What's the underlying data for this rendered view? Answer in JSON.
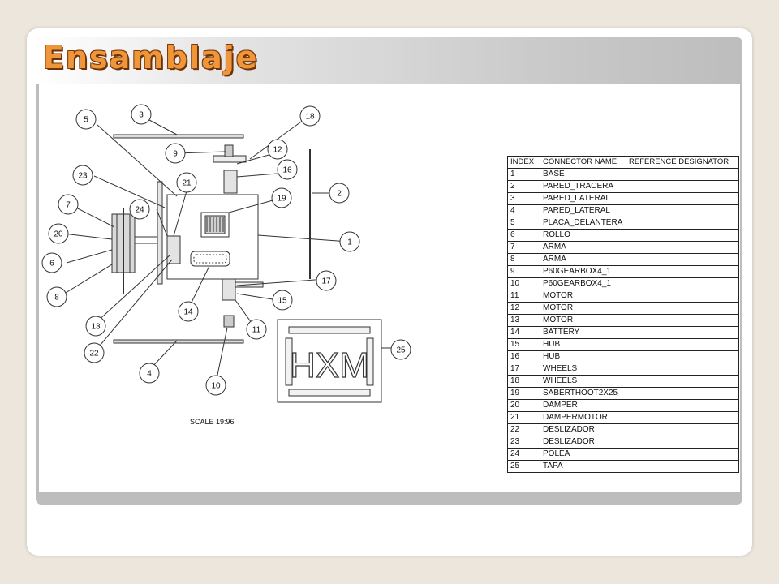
{
  "slide": {
    "title": "Ensamblaje"
  },
  "drawing": {
    "scale_label": "SCALE 19:96",
    "logo_text": "HXM",
    "callouts": [
      "1",
      "2",
      "3",
      "4",
      "5",
      "6",
      "7",
      "8",
      "9",
      "10",
      "11",
      "12",
      "13",
      "14",
      "15",
      "16",
      "17",
      "18",
      "19",
      "20",
      "21",
      "22",
      "23",
      "24",
      "25"
    ]
  },
  "parts_table": {
    "headers": [
      "INDEX",
      "CONNECTOR NAME",
      "REFERENCE DESIGNATOR"
    ],
    "rows": [
      [
        "1",
        "BASE",
        ""
      ],
      [
        "2",
        "PARED_TRACERA",
        ""
      ],
      [
        "3",
        "PARED_LATERAL",
        ""
      ],
      [
        "4",
        "PARED_LATERAL",
        ""
      ],
      [
        "5",
        "PLACA_DELANTERA",
        ""
      ],
      [
        "6",
        "ROLLO",
        ""
      ],
      [
        "7",
        "ARMA",
        ""
      ],
      [
        "8",
        "ARMA",
        ""
      ],
      [
        "9",
        "P60GEARBOX4_1",
        ""
      ],
      [
        "10",
        "P60GEARBOX4_1",
        ""
      ],
      [
        "11",
        "MOTOR",
        ""
      ],
      [
        "12",
        "MOTOR",
        ""
      ],
      [
        "13",
        "MOTOR",
        ""
      ],
      [
        "14",
        "BATTERY",
        ""
      ],
      [
        "15",
        "HUB",
        ""
      ],
      [
        "16",
        "HUB",
        ""
      ],
      [
        "17",
        "WHEELS",
        ""
      ],
      [
        "18",
        "WHEELS",
        ""
      ],
      [
        "19",
        "SABERTHOOT2X25",
        ""
      ],
      [
        "20",
        "DAMPER",
        ""
      ],
      [
        "21",
        "DAMPERMOTOR",
        ""
      ],
      [
        "22",
        "DESLIZADOR",
        ""
      ],
      [
        "23",
        "DESLIZADOR",
        ""
      ],
      [
        "24",
        "POLEA",
        ""
      ],
      [
        "25",
        "TAPA",
        ""
      ]
    ]
  }
}
